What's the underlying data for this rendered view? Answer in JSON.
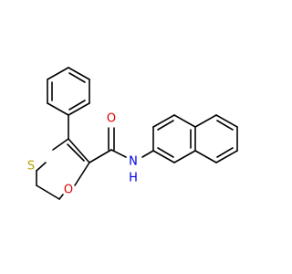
{
  "molecule": {
    "atoms": {
      "sulfur": {
        "label": "S",
        "color": "#b8a000"
      },
      "ring_oxygen": {
        "label": "O",
        "color": "#e00000"
      },
      "carbonyl_oxygen": {
        "label": "O",
        "color": "#e00000"
      },
      "amide_nitrogen": {
        "label": "N",
        "color": "#0000e0"
      },
      "amide_hydrogen": {
        "label": "H",
        "color": "#0000e0"
      }
    },
    "bond_color": "#000000"
  }
}
